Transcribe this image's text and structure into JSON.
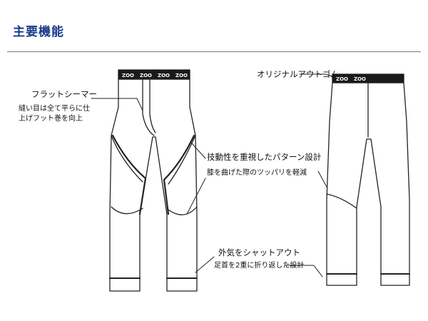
{
  "section": {
    "title": "主要機能"
  },
  "callouts": {
    "flat_seamer": {
      "title": "フラットシーマー",
      "desc_line1": "縫い目は全て平らに仕",
      "desc_line2": "上げフット巻を向上"
    },
    "motion_pattern": {
      "title": "技動性を重視したパターン設計",
      "desc": "膝を曲げた際のツッパリを軽減"
    },
    "shut_out": {
      "title": "外気をシャットアウト",
      "desc": "足首を2重に折り返した設計"
    },
    "original_waistband": {
      "title": "オリジナルアウトゴム"
    }
  },
  "waistband": {
    "logo_text": "ZOO"
  },
  "colors": {
    "heading": "#1a3c8c",
    "line": "#222222",
    "rule": "#7a7a7a"
  }
}
